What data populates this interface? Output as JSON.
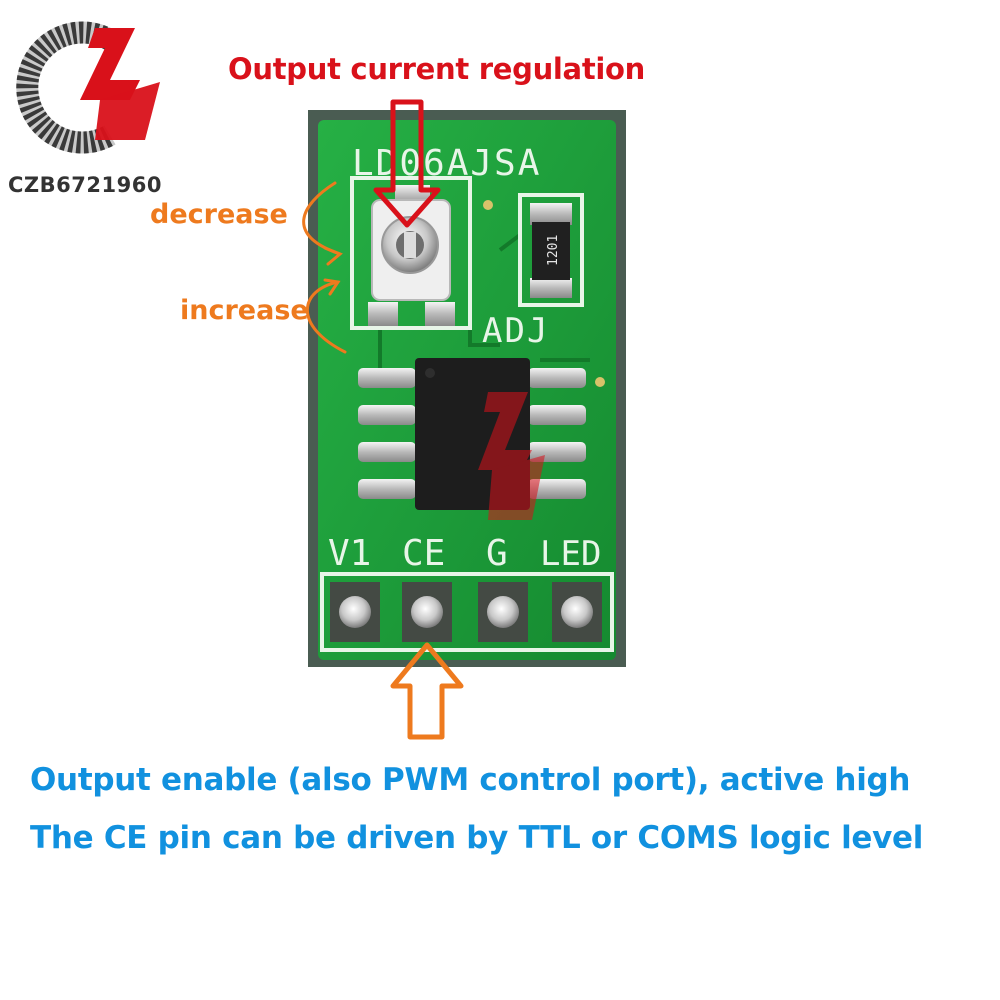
{
  "logo": {
    "text": "CZB6721960"
  },
  "annotations": {
    "title": "Output current regulation",
    "decrease": "decrease",
    "increase": "increase",
    "note_line1": "Output enable (also PWM control port), active high",
    "note_line2": "The CE pin can be driven by TTL or COMS logic level"
  },
  "board": {
    "model": "LD06AJSA",
    "adj": "ADJ",
    "resistor_code": "1201",
    "pins": [
      "V1",
      "CE",
      "G",
      "LED"
    ]
  },
  "colors": {
    "pcb": "#1ea33c",
    "title_red": "#d9111a",
    "orange": "#ee7a1e",
    "note_blue": "#1191df"
  }
}
